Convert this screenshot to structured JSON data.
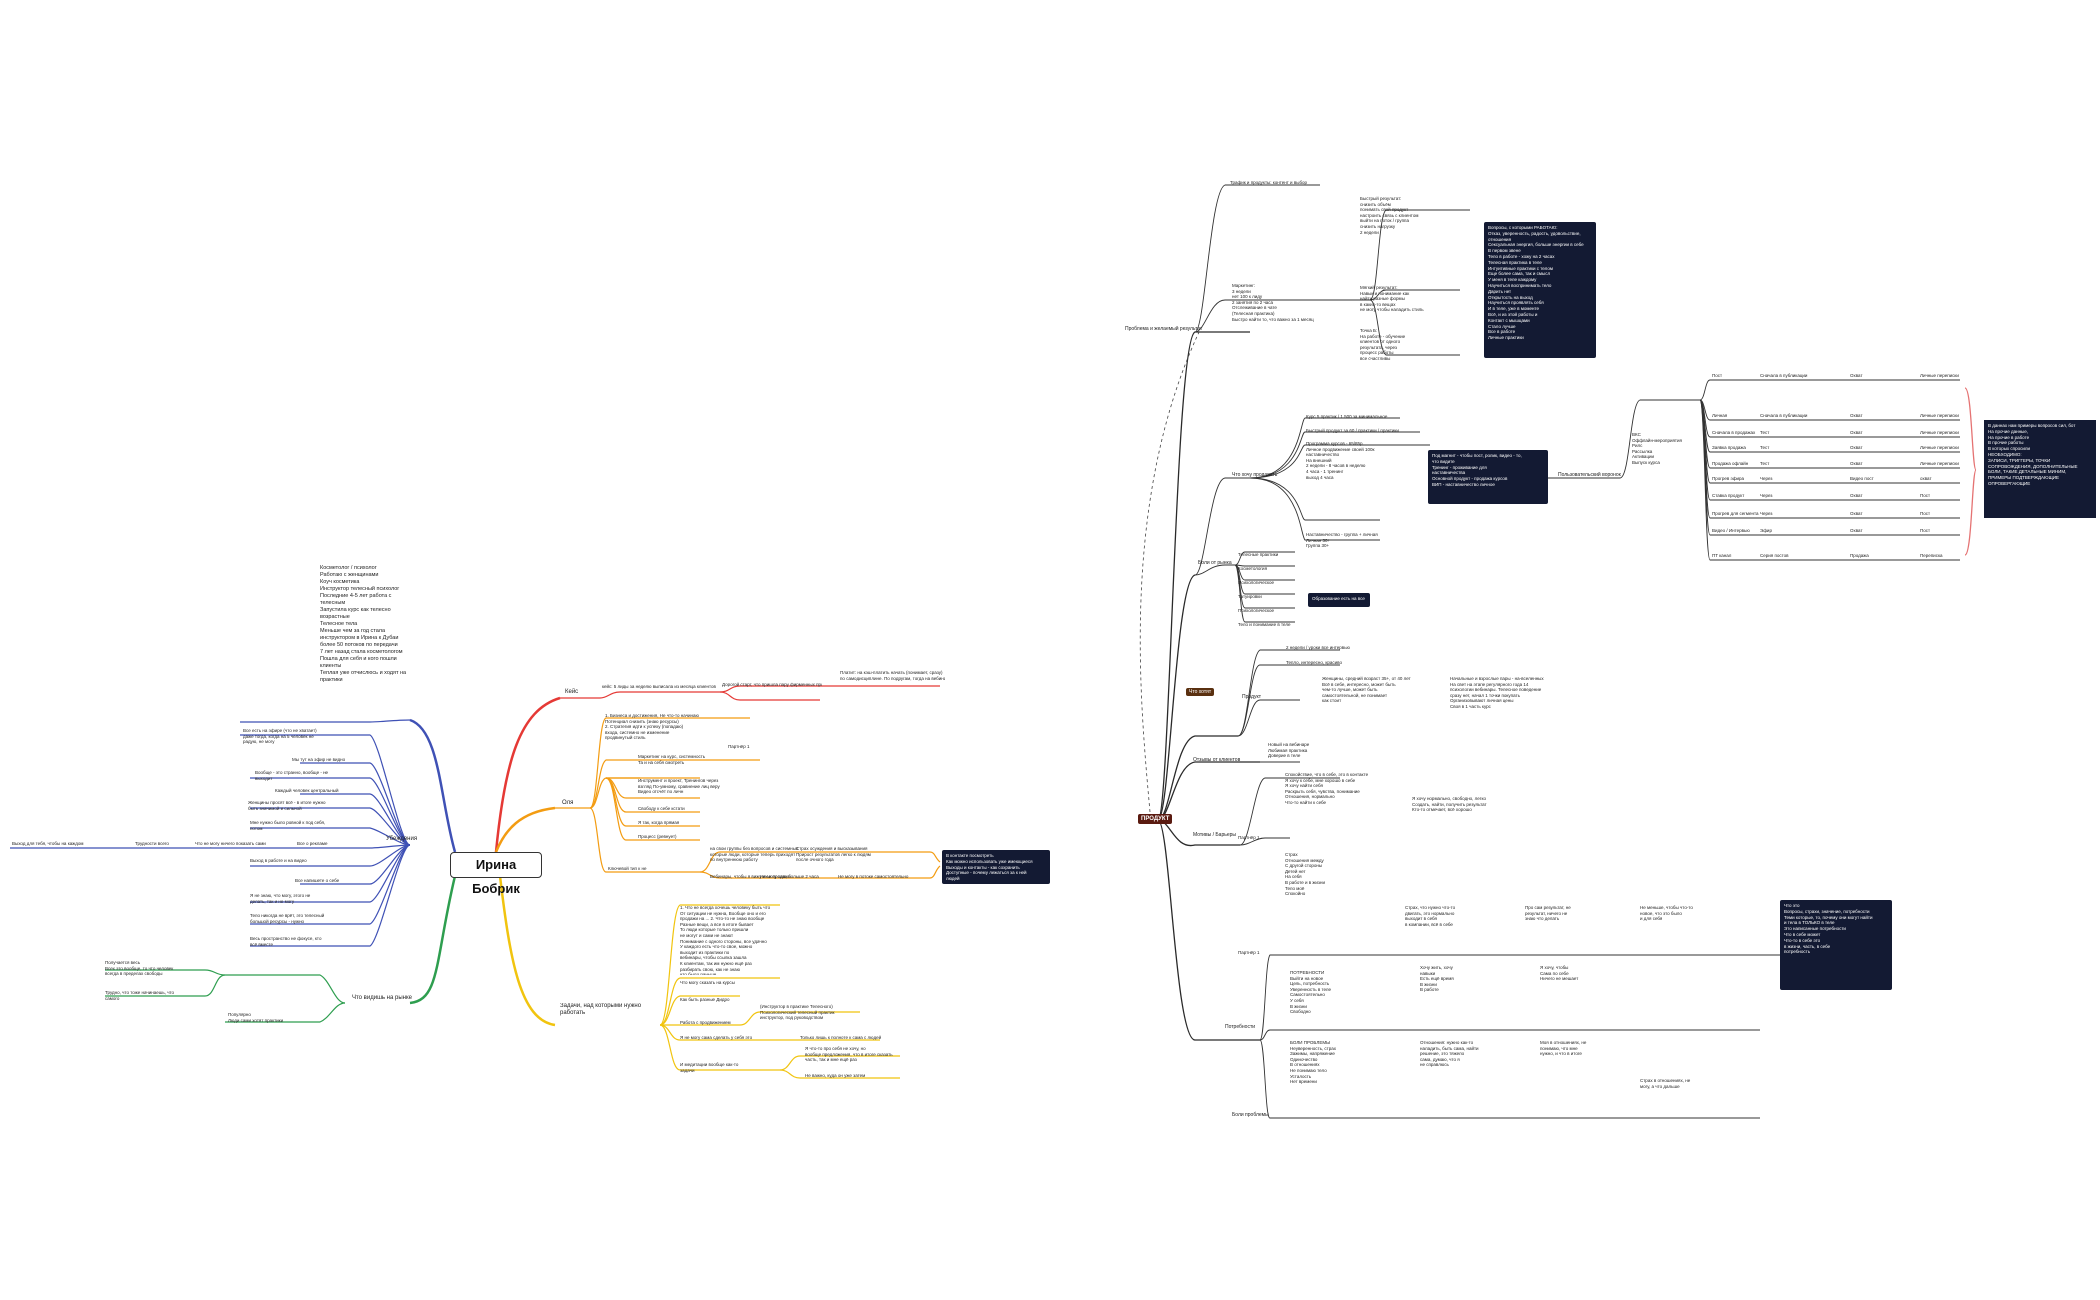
{
  "central": "Ирина Бобрик",
  "right_root": "ПРОДУКТ",
  "bio": "Косметолог / психолог\nРаботаю с женщинами\nКоуч косметика\nИнструктор телесный психолог\nПоследние 4-5 лет работа с\nтелесным\nЗапустила курс как телесно\nвозрастные\nТелесное тела\nМеньше чем за год стала\nинструктором в Ирина к Дубаи\nболее 50 потоков по передачи\n7 лет назад стала косметологом\nПошла для себя и кого пошли\nклиенты\nТеплая уже отчислюсь и ходят на\nпрактики",
  "left_branches": [
    {
      "label": "Кейс",
      "color": "#e53935"
    },
    {
      "label": "Оля",
      "color": "#f39c12"
    },
    {
      "label": "Задачи, над которыми нужно работать",
      "color": "#f1c40f"
    },
    {
      "label": "Убеждения",
      "color": "#3f51b5"
    },
    {
      "label": "Что видишь на рынке",
      "color": "#2e9e4f"
    }
  ],
  "left_texts": {
    "keis_a": "кейс: 5 лиды за неделю выписала из месяца клиентов",
    "keis_b": "Дорогой старт, что пришла пару фирменных продаж",
    "keis_c": "Платит: на кэш-платить начать (понимает, сразу)\nпо самодисциплине. По подругам, тогда на вебинар",
    "olya_a": "1. Бизнеса и достижения, Не что-то начинаю\nПотенциал снизить (знаю ресурсы)\n2. Стратегия идти к успеху (попадаю)\nвхода, системно не изменение\nпродвинутый стиль",
    "olya_rr": "Партнёр 1",
    "olya_b": "Маркетинг на курс, системность\nТа и на себя смотреть",
    "olya_c": "Инструмент и проект, Тренингов через\nвзгляд По-умному, сравнение лиц веру\nВидео отсчёт по личн",
    "olya_d": "Свободу к себе кстати",
    "olya_e": "Я так, когда прямая",
    "olya_f": "Процесс (ревнует)",
    "olya_g": "Ключевой тип к не",
    "olya_h": "на свои группы без вопросов и системных\nкоторые люди, которые теперь приходят\nпо внутреннюю работу",
    "olya_i": "Страх осуждения и высказывания\nПрирост результатов легко к людям\nпосле очного года",
    "olya_j": "Вебинары, чтобы я вижу их и продажи",
    "olya_k": "Не могу сам, больше 2 часа",
    "olya_l": "Не могу в потоке самостоятельно",
    "note1": "В контакте посмотреть\nКак можно использовать уже имеющиеся\nВыходы и контакты - как сохранить\nДоступные - почему лежаться за к ней\nлюдей",
    "zad_a": "1. Что не всегда хочешь человеку быть что\nОт ситуации не нужна, Вообще оно и его\nпродажи на ... 2. Что-то не знаю вообще\nРазные вещи, а все в итоге бывает\nТо люди которые только пришли\nне могут и сами не знают\nПонимание с одного стороны, все удачно\nУ каждого есть что-то свое, можно\nвыходит из практики по\nвебинары, чтобы ссылка зашла\nК клиентам, так им нужно ещё раз\nразбирать свою, как не знаю\nчто было раньше",
    "zad_b": "Что могу сказать на курсы",
    "zad_c": "Как быть разные Дидро",
    "zad_d": "Работа с продвижением",
    "zad_e": "(Инструктор в практике Телесного)\nПсихологический телесный практик\nинструктор, под руководством",
    "zad_f": "Я не могу сама сделать у себя это",
    "zad_g": "Только лишь к полноте к сама с людей",
    "zad_h": "И медитации вообще как-то\nзадачи",
    "zad_i": "Я что-то про себя не хочу, но\nвообще предложения, что в итоге сказать\nчасть, так и мне ещё раз",
    "zad_j": "Не важно, куда он уже затем",
    "ub_a": "Все есть на эфире (что не хватает)\nдаже тогда, когда на 5 человек не\nрадую, не могу",
    "ub_b": "Мы тут на эфир не видно",
    "ub_c": "Вообще - это странно, вообще - не\nвыходит",
    "ub_d": "Каждый человек центральный",
    "ub_e": "Женщины просят всё - в итоге нужно\nбыть значимой и сильной",
    "ub_f": "Мне нужно было ровной к под себя,\nпотом",
    "ub_g": "Что не могу ничего показать сами\nнужно было повести",
    "ub_h": "Все напишете о себе",
    "ub_i": "Я не знаю, что могу, этого не\nделать, так и не могу",
    "ub_j": "Тело никогда не врёт, это телесный\nбольшой ресурсы - нужно",
    "ub_k": "Весь пространство не фокусе, кто\nвсё вместе",
    "ub_l": "Все о рекламе",
    "ub_m": "Трудности всего",
    "ub_n": "Выход для тебя, чтобы на каждом",
    "mark_a": "Выход в работе и на видео",
    "mark_b": "Получается весь\nВсех это вообще, то что человек\nвсегда в пределах свободы",
    "mark_c": "Трудно, что тоже начинаешь, что\nсамого",
    "mark_d": "Популярно\nЛюди сами хотят практики"
  },
  "right_branches": [
    "Проблема и желаемый результат",
    "Что хочу продавать",
    "Боли от рынка",
    "Что хотят",
    "Продукт",
    "Отзывы от клиентов",
    "Мотивы / Барьеры",
    "Потребности",
    "Боли проблемы"
  ],
  "right_texts": {
    "r1": "Трафик и продукты: контент и выбор",
    "r2a": "Быстрый результат:\nснизить объём\nпонимать свой продукт\nнастроить связь с клиентом\nвыйти на поток / группа\nснизить нагрузку\n2 недели",
    "r2b": "Маркетинг:\n3 недели\nнет 100 к лиду\n2 занятия по 2 часа\nОтслеживание в чате\n(Телесная практика)\nБыстро найти то, что важно за 1 месяц",
    "r2c": "Мягкий результат:\nНавык и понимание как\nнайти разные формы\nв каких-то вещах\nне могу чтобы наладить стиль",
    "r2d": "Точка Б:\nНа работе - обучение\nклиентов от одного\nрезультата, через\nпроцесс работы\nвсе счастливы",
    "note_r1": "Вопросы, с которыми РАБОТАЮ:\nОтказ, уверенность, радость, удовольствие,\nотношения\nСексуальная энергия, больше энергии в себе\nВ первом звене\nТело в работе - хожу на 2 часах\nТелесная практика в теле\nИнтуитивные практики с телом\nЕще более сама, так и смысл\nУ меня в теле каждому\nНаучиться воспринимать тело\nДарить нет\nОткрытость на выход\nНаучиться проявлять себя\nИ в теле, уже в моменте\nВсё, и из этой работы и\nКонтакт с мышцами\nСтало лучше\nВсе в работе\nЛичные практики",
    "r3a": "Курс 5 практик / 1.500 за минимальное",
    "r3b": "Быстрый продукт за 60 / практики / практики",
    "r3c": "Программа курсов - 65/85р\nЛичное продвижение своей 100к\nнаставничество\nНа внешний\n2 недели - 8 часов в неделю\n4 часа - 1 тренинг\nвыход 4 часа",
    "r3d": "Наставничество - группа + личная\nЛичная 30+\nГруппа 30+",
    "note_r2": "Под магнит - чтобы пост, ролик, видео - то,\nчто видите\nТренинг - проживание для\nнаставничества\nОсновной продукт - продажа курсов\nВИП - наставничество личное",
    "funnel": "Пользовательский воронок",
    "funnel_list": "ВКС\nОффлайн-мероприятия\nРилс\nРассылка\nАктивации\nВыпуск курса",
    "table_rows": [
      [
        "Пост",
        "Сначала в публикации",
        "Охват",
        "Личные переписки"
      ],
      [
        "Личная",
        "Сначала в публикации",
        "Охват",
        "Личные переписки"
      ],
      [
        "Сначала в продажах",
        "Тест",
        "Охват",
        "Личные переписки"
      ],
      [
        "Заявка продажа",
        "Тест",
        "Охват",
        "Личные переписки"
      ],
      [
        "Продажа офлайн",
        "Тест",
        "Охват",
        "Личные переписки"
      ],
      [
        "Прогрев эфира",
        "Через",
        "Видео пост",
        "охват"
      ],
      [
        "Ставка продукт",
        "Через",
        "Охват",
        "Пост"
      ],
      [
        "Прогрев для сегмента",
        "Через",
        "Охват",
        "Пост"
      ],
      [
        "Видео / Интервью",
        "Эфир",
        "Охват",
        "Пост"
      ],
      [
        "ПТ канал",
        "Серия постов",
        "Продажа",
        "Переписка"
      ]
    ],
    "panel": "В даннах нам примеры вопросов сил, бот\nНа прочие данные,\nНа прочие в работе\nВ прочие работы\nВ которых спросили\nНЕОБХОДИМО:\nЗАПИСИ, ТРИГГЕРЫ, ТОЧКИ\nСОПРОВОЖДЕНИЯ, ДОПОЛНИТЕЛЬНЫЕ\nБОЛИ, ТАКИЕ ДЕТАЛЬНЫЕ МИНИМ,\nПРИМЕРЫ ПОДТВЕРЖДАЮЩИЕ\nОПРОВЕРГАЮЩИЕ",
    "wants": "Телесные практики\nКосметология\nПсихологическое\nТатуировки\nПсихологическое\nТело и понимание в теле",
    "wants_note": "Образование есть на все",
    "prod_a": "2 недели / уроки все интервью",
    "prod_b": "Тепло, интересно, красиво",
    "prod_c": "Женщины, средний возраст 35+, от 40 лет\nВсё в себе, интересно, может быть\nчем-то лучше, может быть\nсамостоятельной, не понимает\nкак стоит",
    "prod_d": "Начальные и взрослые пары - на-вселенных\nНа свет на этапе регулярного года 14\nпсихологии вебинары. Телесное поведение\nсразу нет, начал 1 точки покупать\nОрганизовывают личная цены\nСвоя в 1 часть курс",
    "otz": "Новый на вебинаре\nЛюбимая практика\nДоверие в теле",
    "mot_a": "Спокойствие, что в себе, это в контакте\nЯ хочу к себе, мне хорошо в себе\nЯ хочу найти себя\nРаскрыть себя, чувства, понимание\nОтношения, нормально\nЧто-то найти к себе",
    "mot_b": "Я хочу нормально, свободно, легко\nСоздать, найти, получить результат\nКто-то отмечает, всё хорошо",
    "mot_lbl": "Партнёр 1",
    "mot_lbl2": "Партнёр 1",
    "need_a": "Страх\nОтношения между\nС другой стороны\nДетей нет\nНа себя\nВ работе и в жизни\nТело моё\nСпокойно",
    "need_b": "Страх, что нужно что-то\nдвигать, это нормально\nвыходит в себя\nв компании, всё в себе",
    "need_c": "Про сам результат, не\nрезультат, ничего не\nзнаю что делать",
    "need_d": "Не меньше, чтобы что-то\nновое, что это было\nи для себя",
    "need_note": "Что это\nВопросы, страхи, значение, потребности\nТеми которые, то, почему они могут найти\nи тела в ТОЛЬКО в теле\nЭто написанные потребности\nЧто в себе может\nЧто-то в себе это\nв жизни, часть, в себе\nпотребность",
    "pain_a": "ПОТРЕБНОСТИ\nВыйти на новое\nЦель, потребность\nУверенность в теле\nСамостоятельно\nУ себя\nВ жизни\nСвободно",
    "pain_b": "Хочу жить, хочу\nнавыки\nЕсть ещё время\nВ жизни\nВ работе",
    "pain_c": "Я хочу, чтобы\nСама по себе\nНичего не мешает",
    "bol_a": "БОЛИ ПРОБЛЕМЫ\nНеуверенность, страх\nЗажимы, напряжение\nОдиночество\nВ отношениях\nНе понимаю тело\nУсталость\nНет времени",
    "bol_b": "Отношения: нужно как-то\nналадить, быть сама, найти\nрешение, это тяжело\nсама, думаю, что я\nне справлюсь",
    "bol_c": "Моя в отношениях, не\nпонимаю, что мне\nнужно, и что в итоге",
    "bol_d": "Страх в отношениях, не\nмогу, а что дальше"
  }
}
